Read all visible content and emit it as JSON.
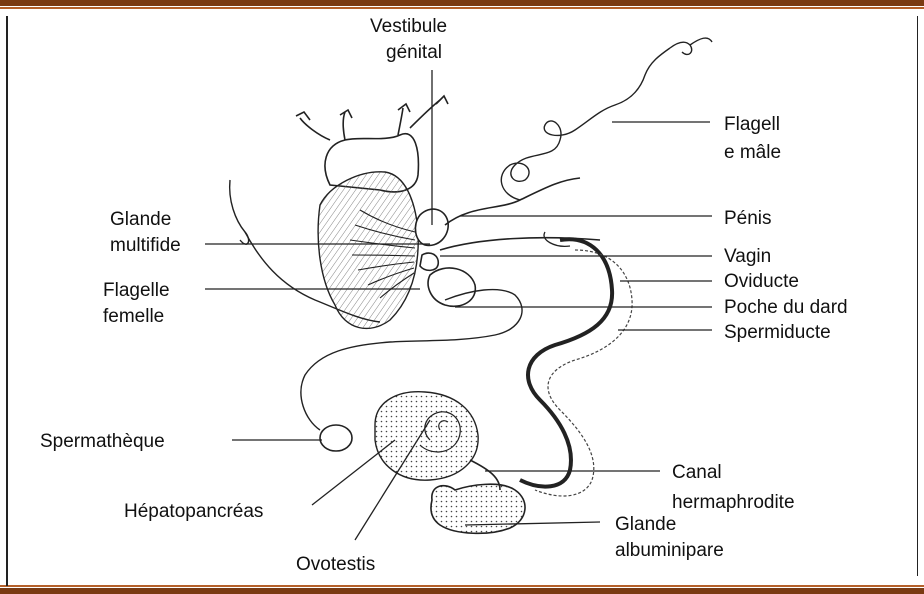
{
  "labels": {
    "vestibule_1": "Vestibule",
    "vestibule_2": "génital",
    "flagelle_male_1": "Flagell",
    "flagelle_male_2": "e mâle",
    "glande_multifide_1": "Glande",
    "glande_multifide_2": "multifide",
    "penis": "Pénis",
    "vagin": "Vagin",
    "oviducte": "Oviducte",
    "flagelle_femelle_1": "Flagelle",
    "flagelle_femelle_2": "femelle",
    "poche_du_dard": "Poche du dard",
    "spermiducte": "Spermiducte",
    "spermatheque": "Spermathèque",
    "canal_hermaphrodite_1": "Canal",
    "canal_hermaphrodite_2": "hermaphrodite",
    "hepatopancreas": "Hépatopancréas",
    "glande_albuminipare_1": "Glande",
    "glande_albuminipare_2": "albuminipare",
    "ovotestis": "Ovotestis"
  },
  "colors": {
    "frame_bar": "#7a3a12",
    "frame_line": "#b5602a",
    "ink": "#111111"
  }
}
